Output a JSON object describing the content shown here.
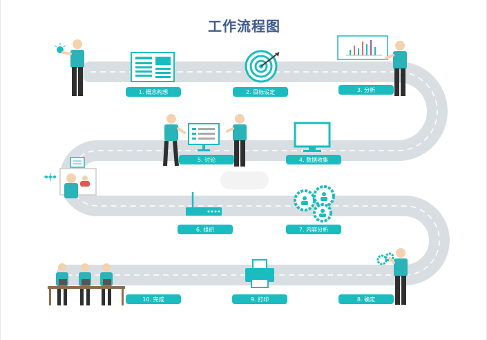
{
  "title": "工作流程图",
  "steps": [
    {
      "label": "1. 概念构想",
      "icon": "document-layout-icon"
    },
    {
      "label": "2. 目标设定",
      "icon": "target-icon"
    },
    {
      "label": "3. 分析",
      "icon": "bar-chart-board-icon"
    },
    {
      "label": "4. 数据收集",
      "icon": "monitor-icon"
    },
    {
      "label": "5. 讨论",
      "icon": "presentation-screen-icon"
    },
    {
      "label": "6. 组织",
      "icon": "router-icon"
    },
    {
      "label": "7. 内容分析",
      "icon": "gears-people-icon"
    },
    {
      "label": "8. 确定",
      "icon": "gear-person-icon"
    },
    {
      "label": "9. 打印",
      "icon": "printer-icon"
    },
    {
      "label": "10. 完成",
      "icon": "team-at-desk-icon"
    }
  ],
  "colors": {
    "road": "#d9dee2",
    "dash": "#ffffff",
    "accent": "#1bbcc0",
    "shirt": "#2ab3b8",
    "skin": "#f4d2b0",
    "pants": "#2f2f2f",
    "title": "#3d5a8a"
  }
}
